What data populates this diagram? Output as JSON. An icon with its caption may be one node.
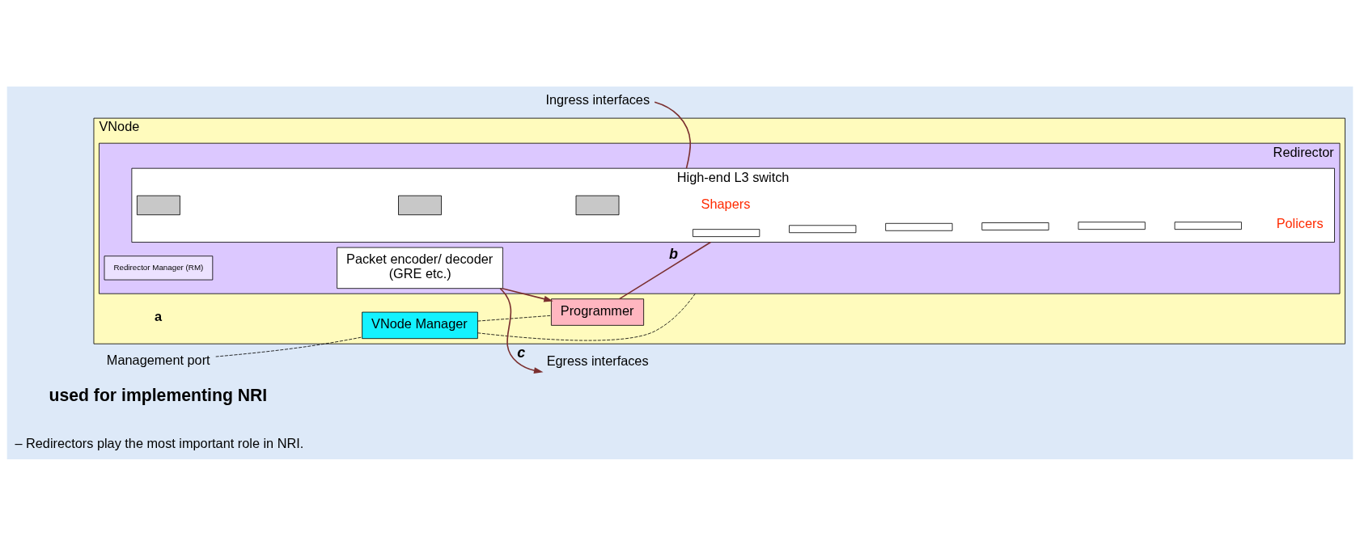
{
  "diagram": {
    "nodes": [
      {
        "text": [
          "VNode"
        ]
      },
      {
        "text": [
          "VNode Manager"
        ],
        "in": 0
      },
      {
        "text": [
          "Redirector"
        ],
        "in": 0
      },
      {
        "text": [
          "High-end L3 switch"
        ],
        "in": 2
      },
      {
        "text": [
          "Packet encoder/ decoder",
          "(GRE etc.)"
        ],
        "in": 2
      },
      {
        "text": [
          "Redirector Manager (RM)"
        ],
        "in": 2
      },
      {
        "text": [
          "Programmer"
        ],
        "in": 0
      },
      {
        "text": [
          "Ingress interfaces"
        ]
      },
      {
        "text": [
          "Egress interfaces"
        ]
      },
      {
        "text": [
          "Management port"
        ]
      },
      {
        "text": [],
        "shape": "bar",
        "in": 3
      },
      {
        "text": [],
        "shape": "bar",
        "in": 3
      },
      {
        "text": [],
        "shape": "bar",
        "in": 3
      },
      {
        "text": [],
        "shape": "bar",
        "in": 3
      },
      {
        "text": [],
        "shape": "bar",
        "in": 3
      },
      {
        "text": [],
        "shape": "bar",
        "in": 3
      },
      {
        "text": [],
        "shape": "box",
        "in": 3
      },
      {
        "text": [],
        "shape": "box",
        "in": 3
      },
      {
        "text": [],
        "shape": "box",
        "in": 3
      }
    ],
    "edges": [
      {
        "from": 9,
        "to": 1,
        "arrow": "none",
        "style": "dashed",
        "color": "#000000"
      },
      {
        "from": 1,
        "to": 2,
        "arrow": "none",
        "style": "dashed",
        "color": "#000000"
      },
      {
        "from": 1,
        "to": 6,
        "arrow": "none",
        "style": "dashed",
        "color": "#000000"
      },
      {
        "from": 7,
        "to": 3,
        "arrow": "none"
      },
      {
        "from": 4,
        "to": 6,
        "arrow": "to"
      },
      {
        "from": 4,
        "to": 8,
        "arrow": "to",
        "label": "c"
      },
      {
        "from": 6,
        "to": 3,
        "arrow": "none",
        "label": "b"
      }
    ],
    "labels": [
      "used for implementing NRI",
      "– Redirectors play the most important role in NRI.",
      "a",
      "Policers",
      "Shapers"
    ]
  }
}
